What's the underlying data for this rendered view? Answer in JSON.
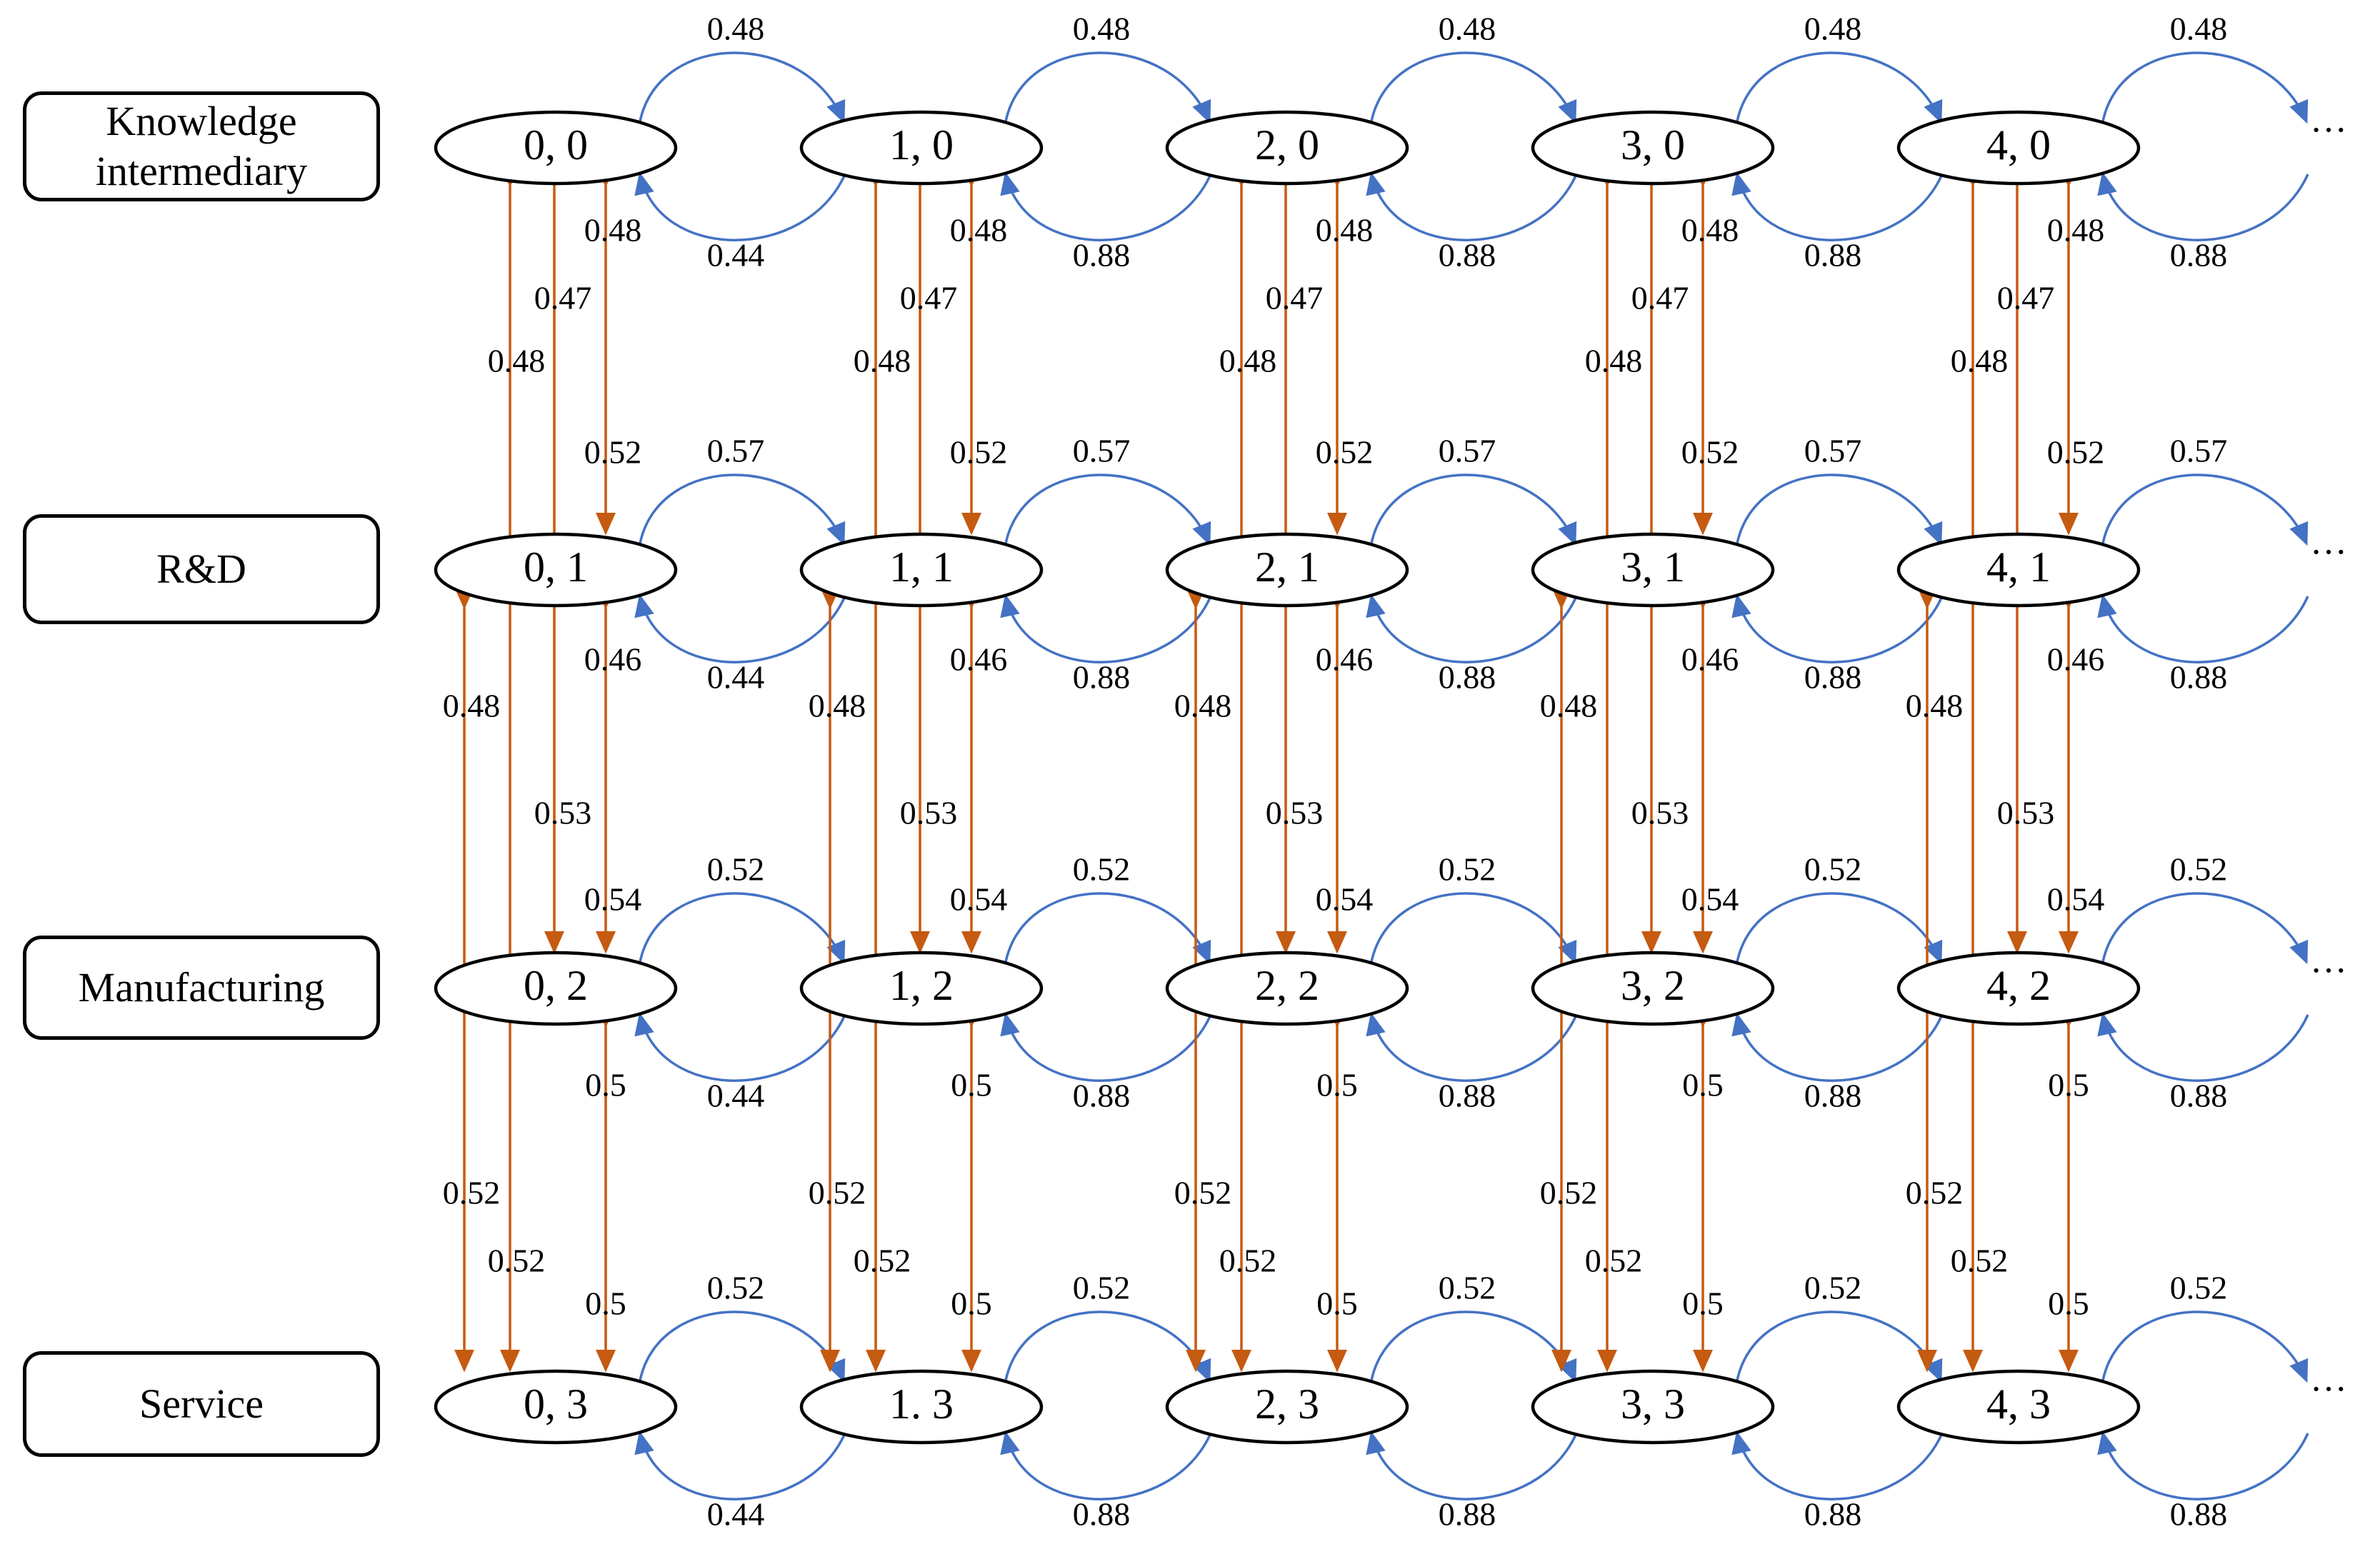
{
  "rows": [
    {
      "label": "Knowledge\nintermediary"
    },
    {
      "label": "R&D"
    },
    {
      "label": "Manufacturing"
    },
    {
      "label": "Service"
    }
  ],
  "states": [
    [
      "0, 0",
      "1, 0",
      "2, 0",
      "3, 0",
      "4, 0"
    ],
    [
      "0, 1",
      "1, 1",
      "2, 1",
      "3, 1",
      "4, 1"
    ],
    [
      "0, 2",
      "1, 2",
      "2, 2",
      "3, 2",
      "4, 2"
    ],
    [
      "0, 3",
      "1. 3",
      "2, 3",
      "3, 3",
      "4, 3"
    ]
  ],
  "forward_probs": [
    "0.48",
    "0.57",
    "0.52",
    "0.52"
  ],
  "backward_probs": [
    [
      "0.44",
      "0.88",
      "0.88",
      "0.88",
      "0.88"
    ],
    [
      "0.44",
      "0.88",
      "0.88",
      "0.88",
      "0.88"
    ],
    [
      "0.44",
      "0.88",
      "0.88",
      "0.88",
      "0.88"
    ],
    [
      "0.44",
      "0.88",
      "0.88",
      "0.88",
      "0.88"
    ]
  ],
  "vertical_probs": {
    "r0_r1_up": "0.48",
    "r0_r1_down": "0.52",
    "r0_r2_up": "0.47",
    "r0_r2_down": "0.53",
    "r0_r3_up": "0.48",
    "r0_r3_down": "0.52",
    "r1_r2_up": "0.46",
    "r1_r2_down": "0.54",
    "r1_r3_up": "0.48",
    "r1_r3_down": "0.52",
    "r2_r3_up": "0.5",
    "r2_r3_down": "0.5"
  },
  "ellipsis": "···",
  "colors": {
    "forward_arrow": "#4472C4",
    "vertical_arrow": "#C55A11",
    "node_stroke": "#000000"
  }
}
